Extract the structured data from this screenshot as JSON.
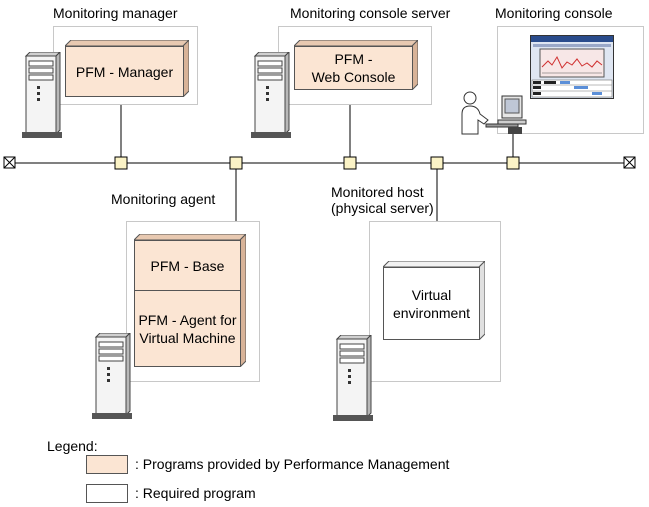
{
  "nodes": {
    "monitoring_manager": {
      "title": "Monitoring manager",
      "program": "PFM - Manager"
    },
    "monitoring_console_server": {
      "title": "Monitoring console server",
      "program": "PFM -\nWeb Console"
    },
    "monitoring_console": {
      "title": "Monitoring console"
    },
    "monitoring_agent": {
      "title": "Monitoring agent",
      "program_base": "PFM - Base",
      "program_agent": "PFM - Agent for\nVirtual Machine"
    },
    "monitored_host": {
      "title": "Monitored host\n(physical server)",
      "program": "Virtual\nenvironment"
    }
  },
  "legend": {
    "title": "Legend:",
    "pfm_label": ": Programs provided by Performance Management",
    "required_label": ": Required program"
  },
  "colors": {
    "pfm_fill": "#fbe5d3",
    "required_fill": "#ffffff",
    "line": "#000000",
    "panel_border": "#c8c8c8"
  }
}
